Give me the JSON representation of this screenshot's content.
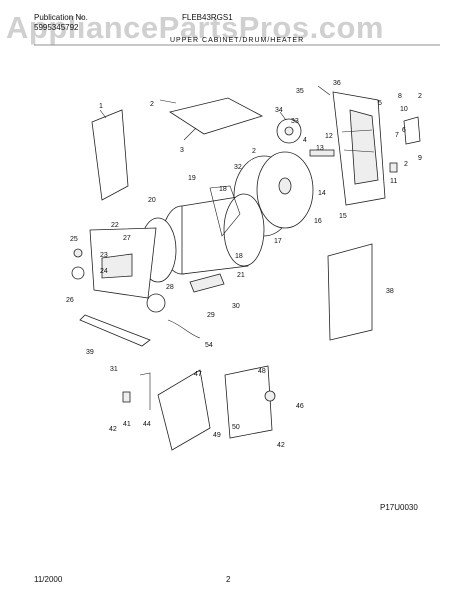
{
  "header": {
    "pub_label": "Publication No.",
    "pub_number": "5995345792",
    "model": "FLEB43RGS1",
    "section": "UPPER CABINET/DRUM/HEATER"
  },
  "watermark": "AppliancePartsPros.com",
  "diagram_code": "P17U0030",
  "footer": {
    "date": "11/2000",
    "page": "2"
  },
  "callouts": [
    "1",
    "2",
    "3",
    "34",
    "33",
    "35",
    "36",
    "5",
    "8",
    "2",
    "4",
    "13",
    "12",
    "32",
    "2",
    "14",
    "11",
    "9",
    "2",
    "6",
    "7",
    "16",
    "19",
    "18",
    "17",
    "15",
    "20",
    "22",
    "27",
    "25",
    "23",
    "24",
    "21",
    "18",
    "26",
    "28",
    "30",
    "29",
    "31",
    "39",
    "54",
    "38",
    "42",
    "41",
    "44",
    "47",
    "48",
    "46",
    "49",
    "50",
    "42",
    "10"
  ]
}
